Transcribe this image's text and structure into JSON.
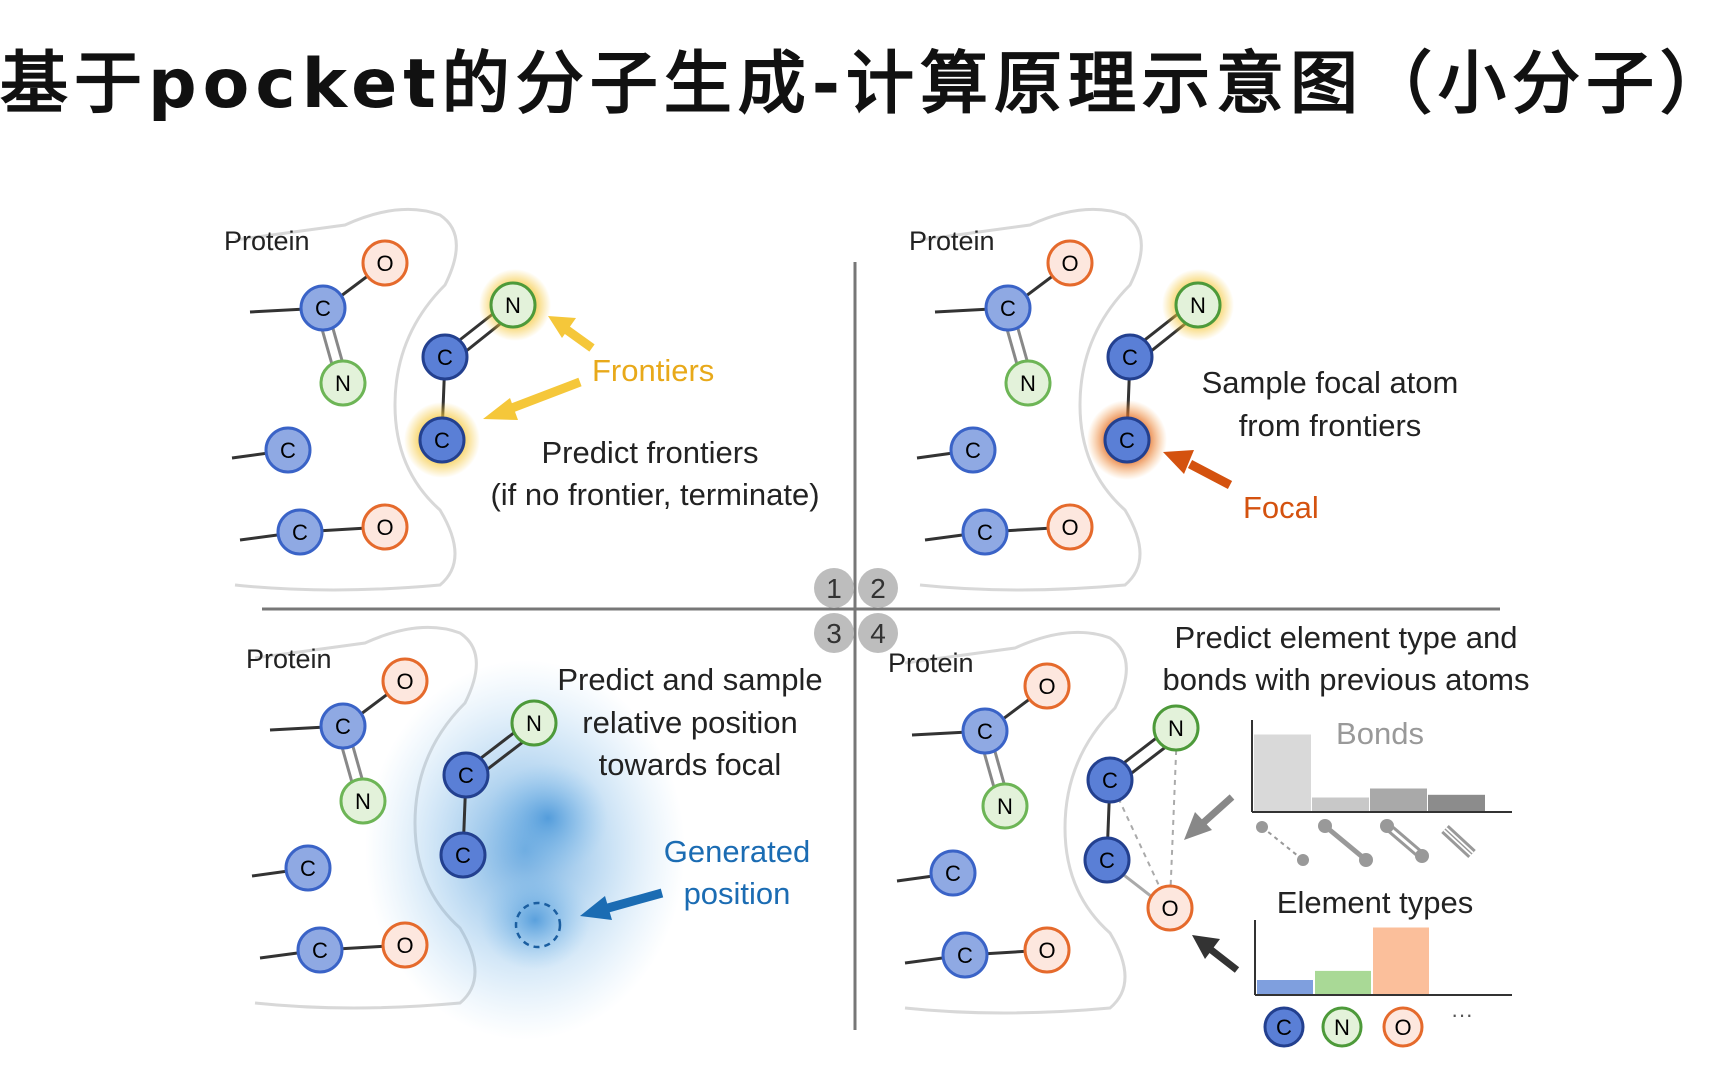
{
  "title": "基于pocket的分子生成-计算原理示意图（小分子）",
  "colors": {
    "carbon_fill": "#8fa9e3",
    "carbon_stroke": "#3a63c7",
    "carbon_dark_fill": "#5a7fd6",
    "carbon_dark_stroke": "#23408f",
    "nitrogen_fill": "#e3f2da",
    "nitrogen_stroke": "#6db556",
    "oxygen_fill": "#fde7de",
    "oxygen_stroke": "#e56a2c",
    "frontier": "#f5c73a",
    "focal": "#d4520f",
    "generated": "#1b6cb3"
  },
  "atoms": {
    "carbon": "C",
    "nitrogen": "N",
    "oxygen": "O"
  },
  "quadrant_numbers": [
    "1",
    "2",
    "3",
    "4"
  ],
  "q1": {
    "protein": "Protein",
    "frontiers": "Frontiers",
    "caption_line1": "Predict frontiers",
    "caption_line2": "(if no frontier, terminate)"
  },
  "q2": {
    "protein": "Protein",
    "caption_line1": "Sample focal atom",
    "caption_line2": "from frontiers",
    "focal": "Focal"
  },
  "q3": {
    "protein": "Protein",
    "caption_line1": "Predict and sample",
    "caption_line2": "relative position",
    "caption_line3": "towards focal",
    "generated_line1": "Generated",
    "generated_line2": "position"
  },
  "q4": {
    "protein": "Protein",
    "caption_line1": "Predict element type and",
    "caption_line2": "bonds with previous atoms",
    "bonds_label": "Bonds",
    "element_types_label": "Element types",
    "ellipsis": "···"
  },
  "chart_data": [
    {
      "type": "bar",
      "title": "Bonds",
      "categories": [
        "none",
        "single",
        "double",
        "triple"
      ],
      "values": [
        0.85,
        0.15,
        0.25,
        0.18
      ],
      "ylim": [
        0,
        1
      ],
      "colors": [
        "#d9d9d9",
        "#c8c8c8",
        "#a9a9a9",
        "#8c8c8c"
      ]
    },
    {
      "type": "bar",
      "title": "Element types",
      "categories": [
        "C",
        "N",
        "O",
        "..."
      ],
      "values": [
        0.2,
        0.33,
        0.95,
        0
      ],
      "ylim": [
        0,
        1
      ],
      "colors": [
        "#7f9fde",
        "#a9d996",
        "#fbbf9b",
        "#ffffff"
      ]
    }
  ]
}
